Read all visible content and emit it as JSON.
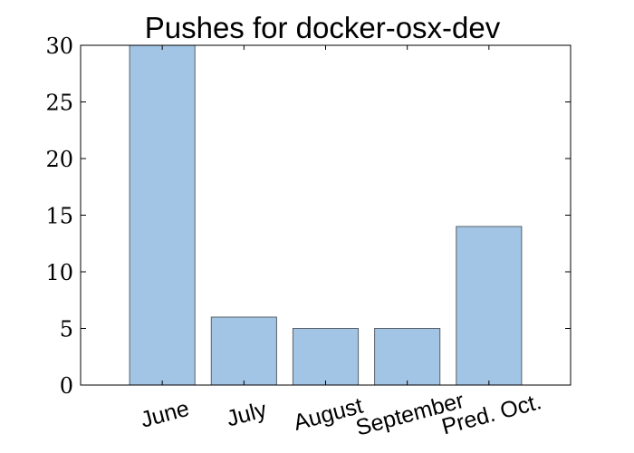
{
  "chart_data": {
    "type": "bar",
    "title": "Pushes for docker-osx-dev",
    "xlabel": "",
    "ylabel": "",
    "categories": [
      "June",
      "July",
      "August",
      "September",
      "Pred. Oct."
    ],
    "values": [
      30,
      6,
      5,
      5,
      14
    ],
    "ylim": [
      0,
      30
    ],
    "yticks": [
      "0",
      "5",
      "10",
      "15",
      "20",
      "25",
      "30"
    ],
    "grid": false,
    "legend": "none",
    "bar_color": "#a2c4e5",
    "bar_edge_color": "#5a6068"
  }
}
